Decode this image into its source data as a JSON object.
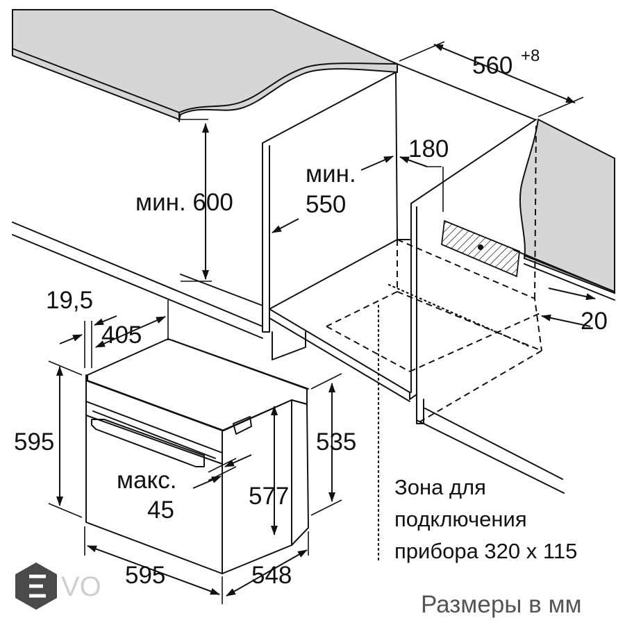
{
  "labels": {
    "depth_560": "560",
    "depth_560_tol": "+8",
    "gap_180": "180",
    "min_550_prefix": "мин.",
    "min_550_value": "550",
    "min_600": "мин. 600",
    "gap_20": "20",
    "offset_19_5": "19,5",
    "width_405": "405",
    "height_595_left": "595",
    "height_535": "535",
    "max_45_prefix": "макс.",
    "max_45_value": "45",
    "height_577": "577",
    "width_595_bottom": "595",
    "depth_548": "548",
    "zone_line1": "Зона для",
    "zone_line2": "подключения",
    "zone_line3": "прибора 320 x 115",
    "units_note": "Размеры в мм"
  },
  "logo": {
    "text": "VO",
    "icon": "evo-hexagon-logo-icon",
    "color": "#4a4a4a"
  }
}
